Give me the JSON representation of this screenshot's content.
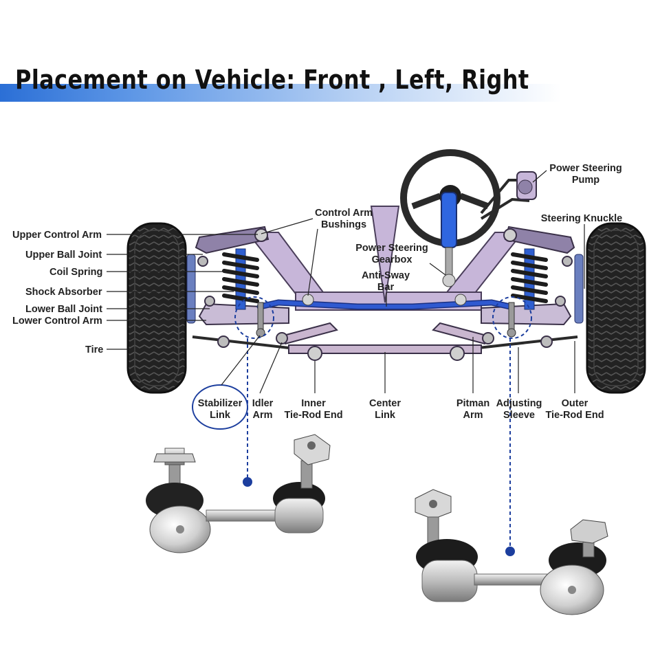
{
  "title": "Placement on Vehicle: Front , Left, Right",
  "labels": {
    "upper_control_arm": "Upper Control Arm",
    "upper_ball_joint": "Upper Ball Joint",
    "coil_spring": "Coil Spring",
    "shock_absorber": "Shock Absorber",
    "lower_ball_joint": "Lower Ball Joint",
    "lower_control_arm": "Lower Control Arm",
    "tire": "Tire",
    "control_arm_bushings": [
      "Control Arm",
      "Bushings"
    ],
    "power_steering_gearbox": [
      "Power Steering",
      "Gearbox"
    ],
    "anti_sway_bar": [
      "Anti-Sway",
      "Bar"
    ],
    "power_steering_pump": [
      "Power Steering",
      "Pump"
    ],
    "steering_knuckle": "Steering Knuckle",
    "stabilizer_link": [
      "Stabilizer",
      "Link"
    ],
    "idler_arm": [
      "Idler",
      "Arm"
    ],
    "inner_tie_rod_end": [
      "Inner",
      "Tie-Rod End"
    ],
    "center_link": [
      "Center",
      "Link"
    ],
    "pitman_arm": [
      "Pitman",
      "Arm"
    ],
    "adjusting_sleeve": [
      "Adjusting",
      "Sleeve"
    ],
    "outer_tie_rod_end": [
      "Outer",
      "Tie-Rod End"
    ]
  },
  "colors": {
    "frame": "#c7b6d9",
    "frame_edge": "#4a3e5a",
    "sway_bar": "#2f59d0",
    "steering_column": "#2f66e0",
    "callout": "#1c3e9e",
    "tire": "#1b1b1b"
  }
}
